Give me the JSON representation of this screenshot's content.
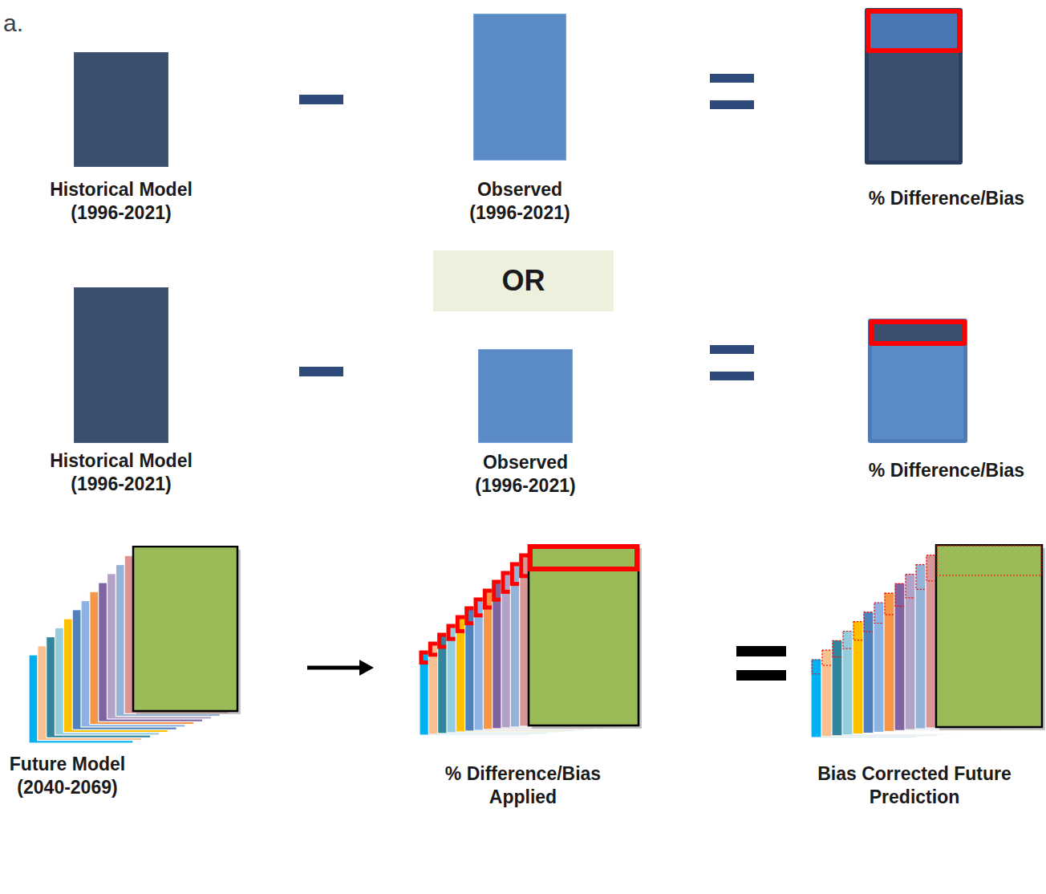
{
  "diagram": {
    "nodes": [
      {
        "text": [
          "Historical Model (1996-2021)"
        ]
      },
      {
        "text": [
          "Observed (1996-2021)"
        ]
      },
      {
        "text": [
          "% Difference/Bias"
        ]
      },
      {
        "text": [
          "OR"
        ]
      },
      {
        "text": [
          "Historical Model (1996-2021)"
        ]
      },
      {
        "text": [
          "Observed (1996-2021)"
        ]
      },
      {
        "text": [
          "% Difference/Bias"
        ]
      },
      {
        "text": [
          "Future Model (2040-2069)"
        ]
      },
      {
        "text": [
          "% Difference/Bias Applied"
        ]
      },
      {
        "text": [
          "Bias Corrected Future Prediction"
        ]
      }
    ],
    "labels": [
      "a."
    ]
  }
}
